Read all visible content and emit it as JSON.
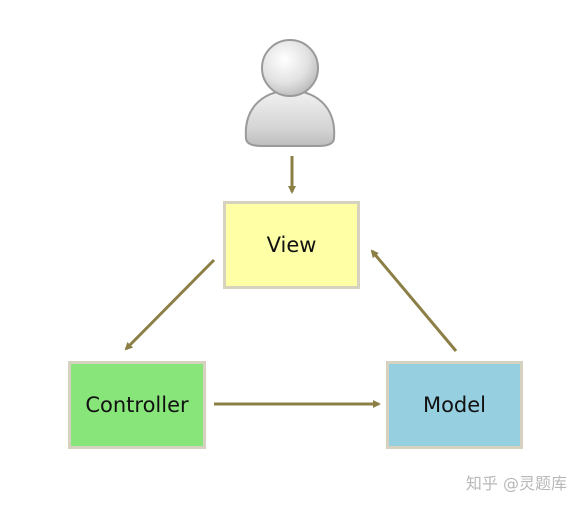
{
  "diagram": {
    "nodes": {
      "view": "View",
      "controller": "Controller",
      "model": "Model"
    },
    "edges": [
      {
        "from": "user",
        "to": "view"
      },
      {
        "from": "view",
        "to": "controller"
      },
      {
        "from": "controller",
        "to": "model"
      },
      {
        "from": "model",
        "to": "view"
      }
    ],
    "colors": {
      "view_fill": "#ffffa6",
      "controller_fill": "#88e57a",
      "model_fill": "#96cfe0",
      "border": "#d6d2bf",
      "arrow": "#8c7f46"
    },
    "icons": {
      "user": "user-icon"
    }
  },
  "watermark": "知乎 @灵题库"
}
